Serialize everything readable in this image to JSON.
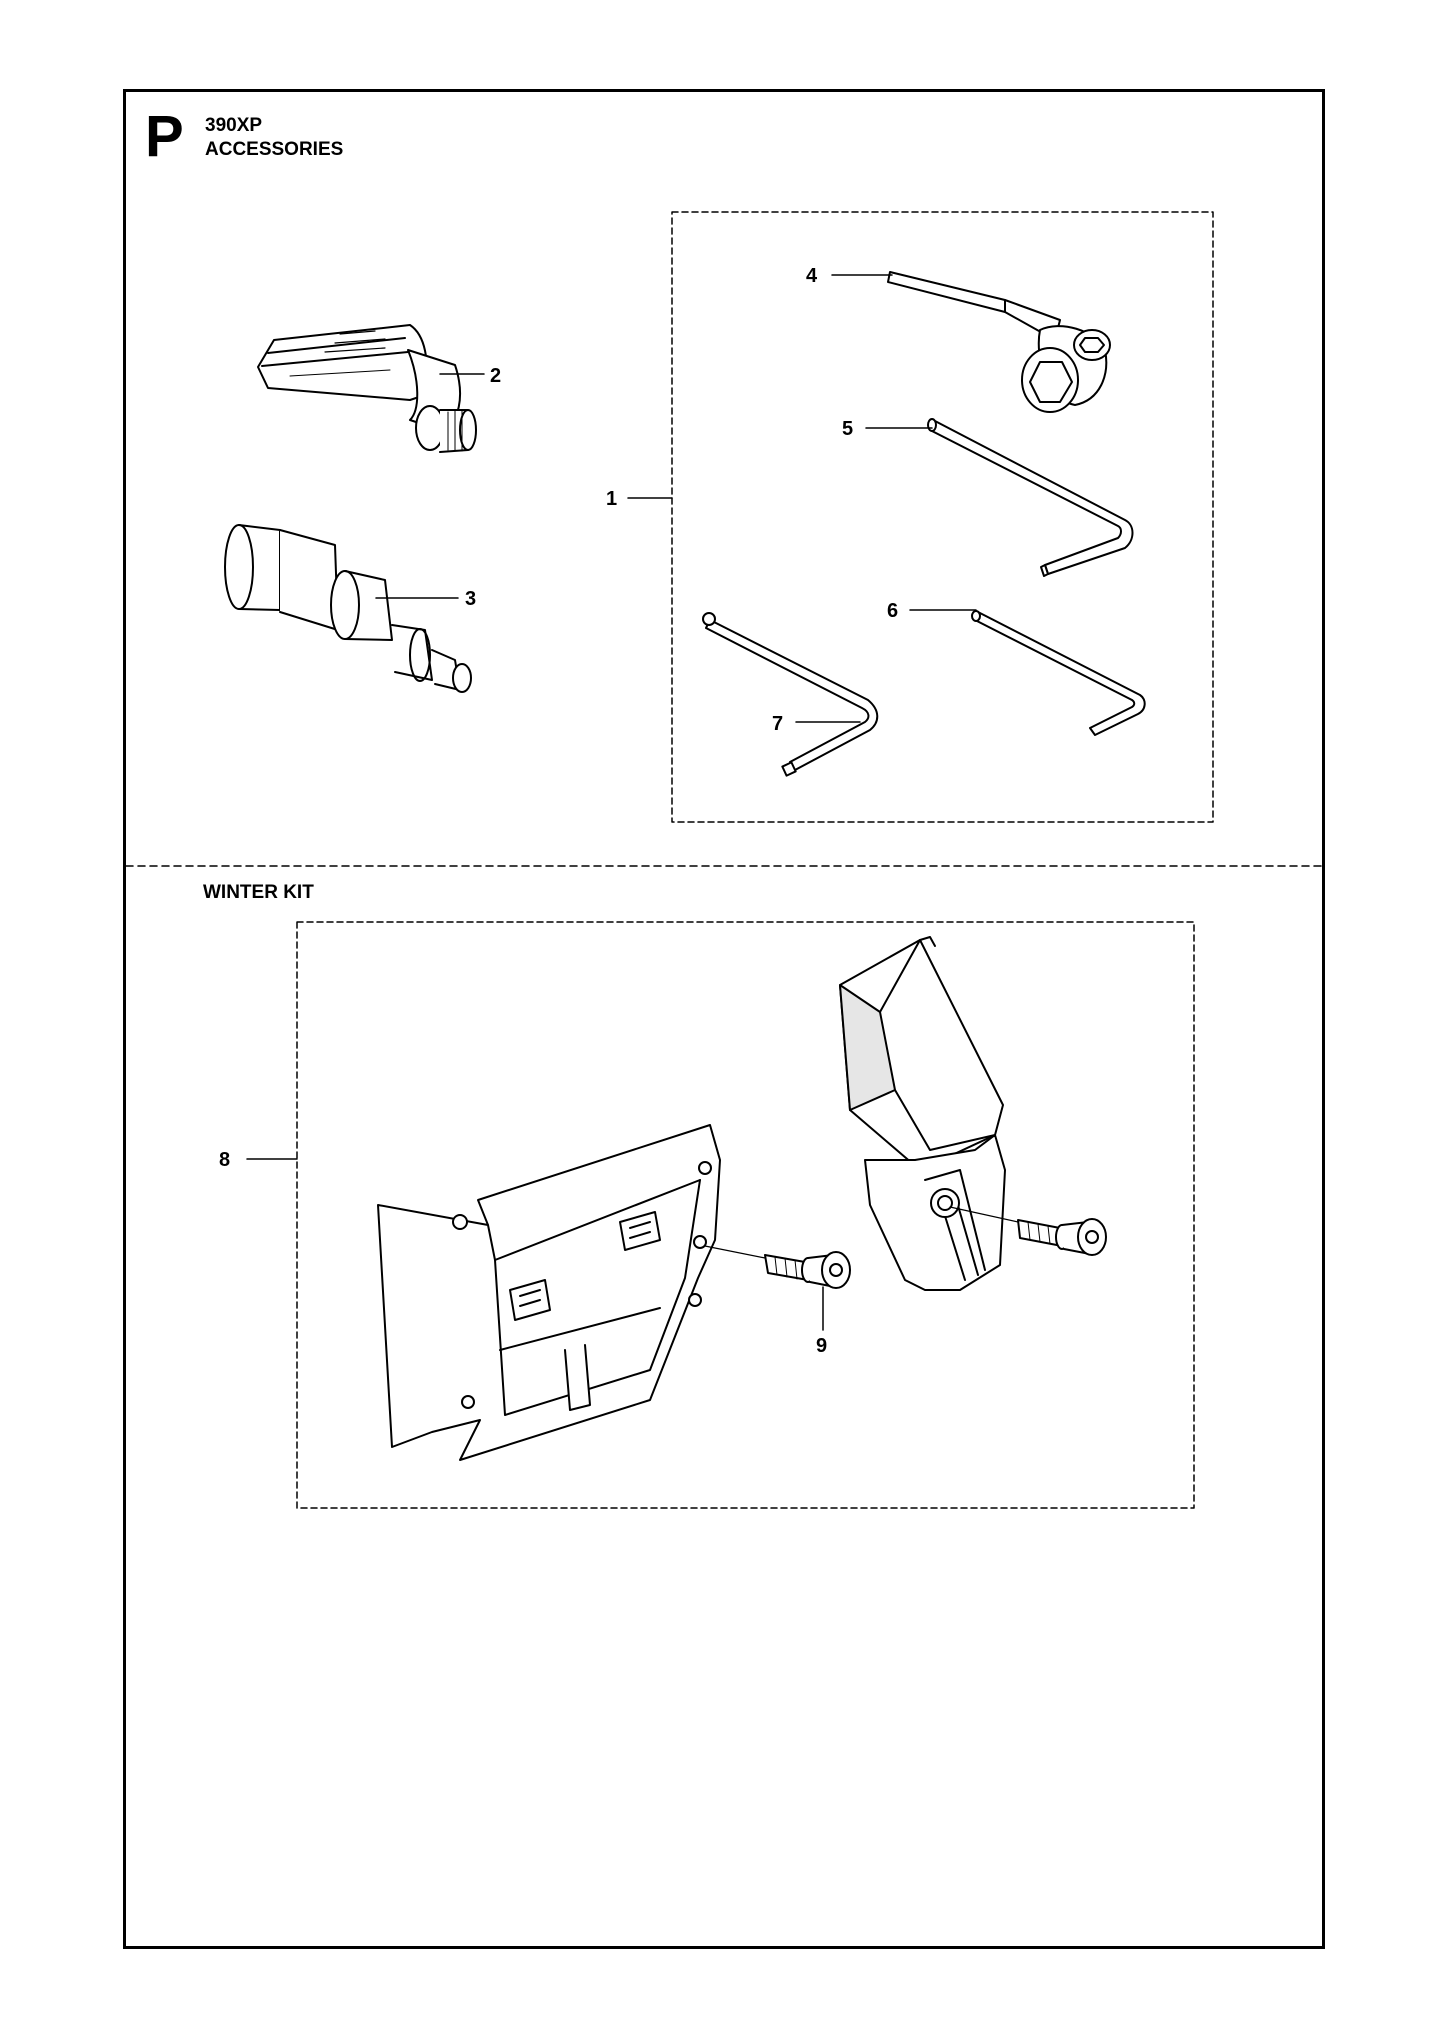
{
  "header": {
    "section_letter": "P",
    "model": "390XP",
    "title": "ACCESSORIES"
  },
  "winter_kit": {
    "title": "WINTER KIT"
  },
  "callouts": {
    "c1": "1",
    "c2": "2",
    "c3": "3",
    "c4": "4",
    "c5": "5",
    "c6": "6",
    "c7": "7",
    "c8": "8",
    "c9": "9"
  },
  "colors": {
    "line": "#000000",
    "background": "#ffffff",
    "shade": "#e6e6e6"
  }
}
